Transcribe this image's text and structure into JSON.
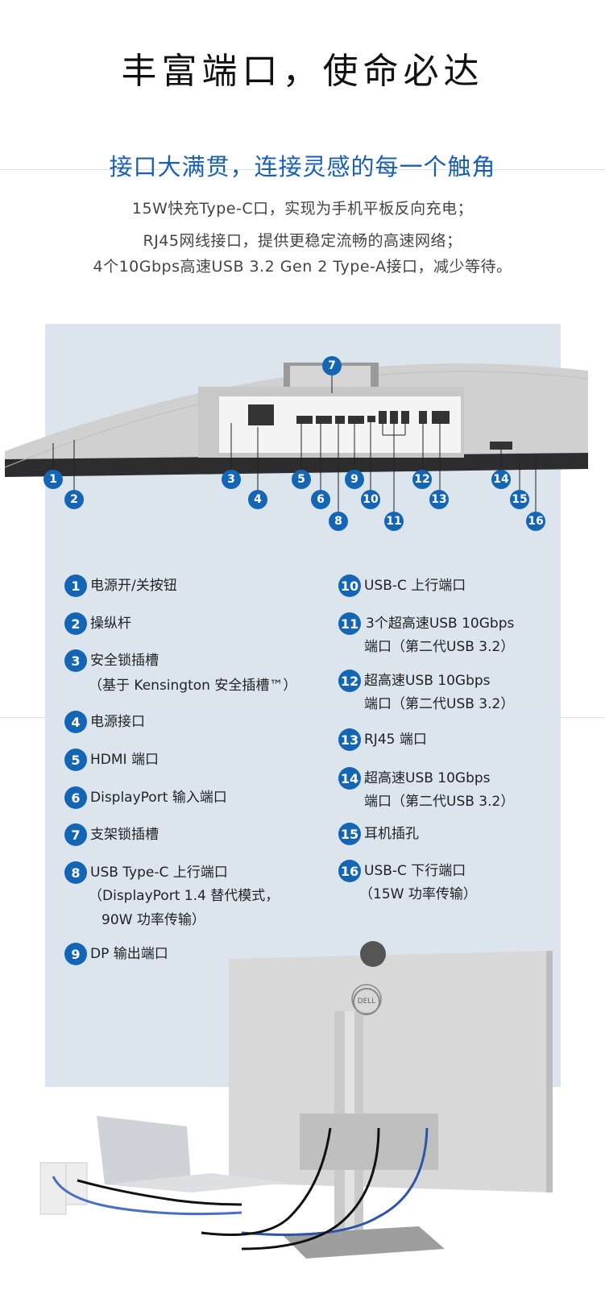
{
  "header": {
    "title": "丰富端口，使命必达",
    "subtitle": "接口大满贯，连接灵感的每一个触角",
    "lines": [
      "15W快充Type-C口，实现为手机平板反向充电；",
      "RJ45网线接口，提供更稳定流畅的高速网络；",
      "4个10Gbps高速USB 3.2 Gen 2 Type-A接口，减少等待。"
    ]
  },
  "diagram": {
    "badges": [
      "1",
      "2",
      "3",
      "4",
      "5",
      "6",
      "7",
      "8",
      "9",
      "10",
      "11",
      "12",
      "13",
      "14",
      "15",
      "16"
    ]
  },
  "ports_left": [
    {
      "num": "1",
      "line1": "电源开/关按钮",
      "line2": ""
    },
    {
      "num": "2",
      "line1": "操纵杆",
      "line2": ""
    },
    {
      "num": "3",
      "line1": "安全锁插槽",
      "line2": "（基于 Kensington 安全插槽™）"
    },
    {
      "num": "4",
      "line1": "电源接口",
      "line2": ""
    },
    {
      "num": "5",
      "line1": "HDMI 端口",
      "line2": ""
    },
    {
      "num": "6",
      "line1": "DisplayPort 输入端口",
      "line2": ""
    },
    {
      "num": "7",
      "line1": "支架锁插槽",
      "line2": ""
    },
    {
      "num": "8",
      "line1": "USB Type-C 上行端口",
      "line2": "（DisplayPort 1.4 替代模式，",
      "line3": "90W 功率传输）"
    },
    {
      "num": "9",
      "line1": "DP 输出端口",
      "line2": ""
    }
  ],
  "ports_right": [
    {
      "num": "10",
      "line1": "USB-C 上行端口",
      "line2": ""
    },
    {
      "num": "11",
      "line1": "3个超高速USB 10Gbps",
      "line2": "端口（第二代USB 3.2）"
    },
    {
      "num": "12",
      "line1": "超高速USB 10Gbps",
      "line2": "端口（第二代USB 3.2）"
    },
    {
      "num": "13",
      "line1": "RJ45 端口",
      "line2": ""
    },
    {
      "num": "14",
      "line1": "超高速USB 10Gbps",
      "line2": "端口（第二代USB 3.2）"
    },
    {
      "num": "15",
      "line1": "耳机插孔",
      "line2": ""
    },
    {
      "num": "16",
      "line1": "USB-C 下行端口",
      "line2": "（15W 功率传输）"
    }
  ],
  "logo": "DELL",
  "colors": {
    "accent": "#1466b5",
    "panel": "#dce5ee"
  }
}
